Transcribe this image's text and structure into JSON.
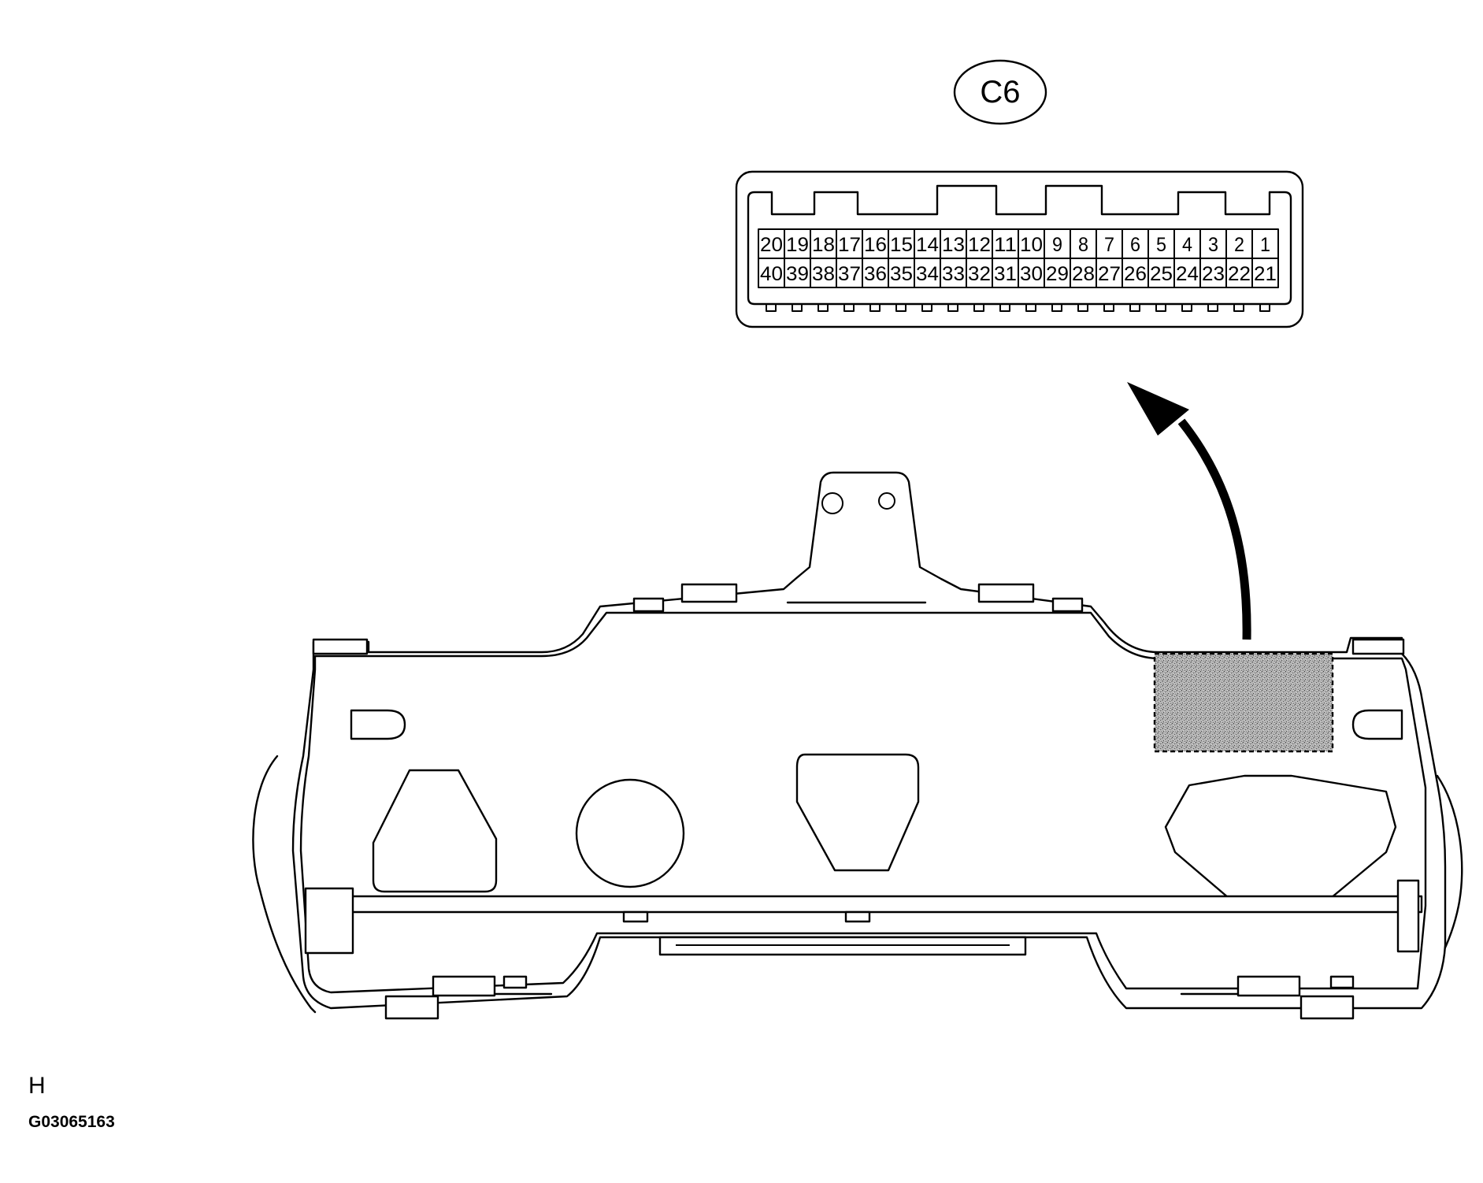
{
  "connector": {
    "label": "C6",
    "top_row": [
      "20",
      "19",
      "18",
      "17",
      "16",
      "15",
      "14",
      "13",
      "12",
      "11",
      "10",
      "9",
      "8",
      "7",
      "6",
      "5",
      "4",
      "3",
      "2",
      "1"
    ],
    "bottom_row": [
      "40",
      "39",
      "38",
      "37",
      "36",
      "35",
      "34",
      "33",
      "32",
      "31",
      "30",
      "29",
      "28",
      "27",
      "26",
      "25",
      "24",
      "23",
      "22",
      "21"
    ]
  },
  "footer": {
    "letter": "H",
    "code": "G03065163"
  },
  "colors": {
    "line": "#000000",
    "highlight": "#9a9a9a",
    "background": "#ffffff"
  },
  "icons": {
    "arrow": "curved-arrow-icon"
  }
}
